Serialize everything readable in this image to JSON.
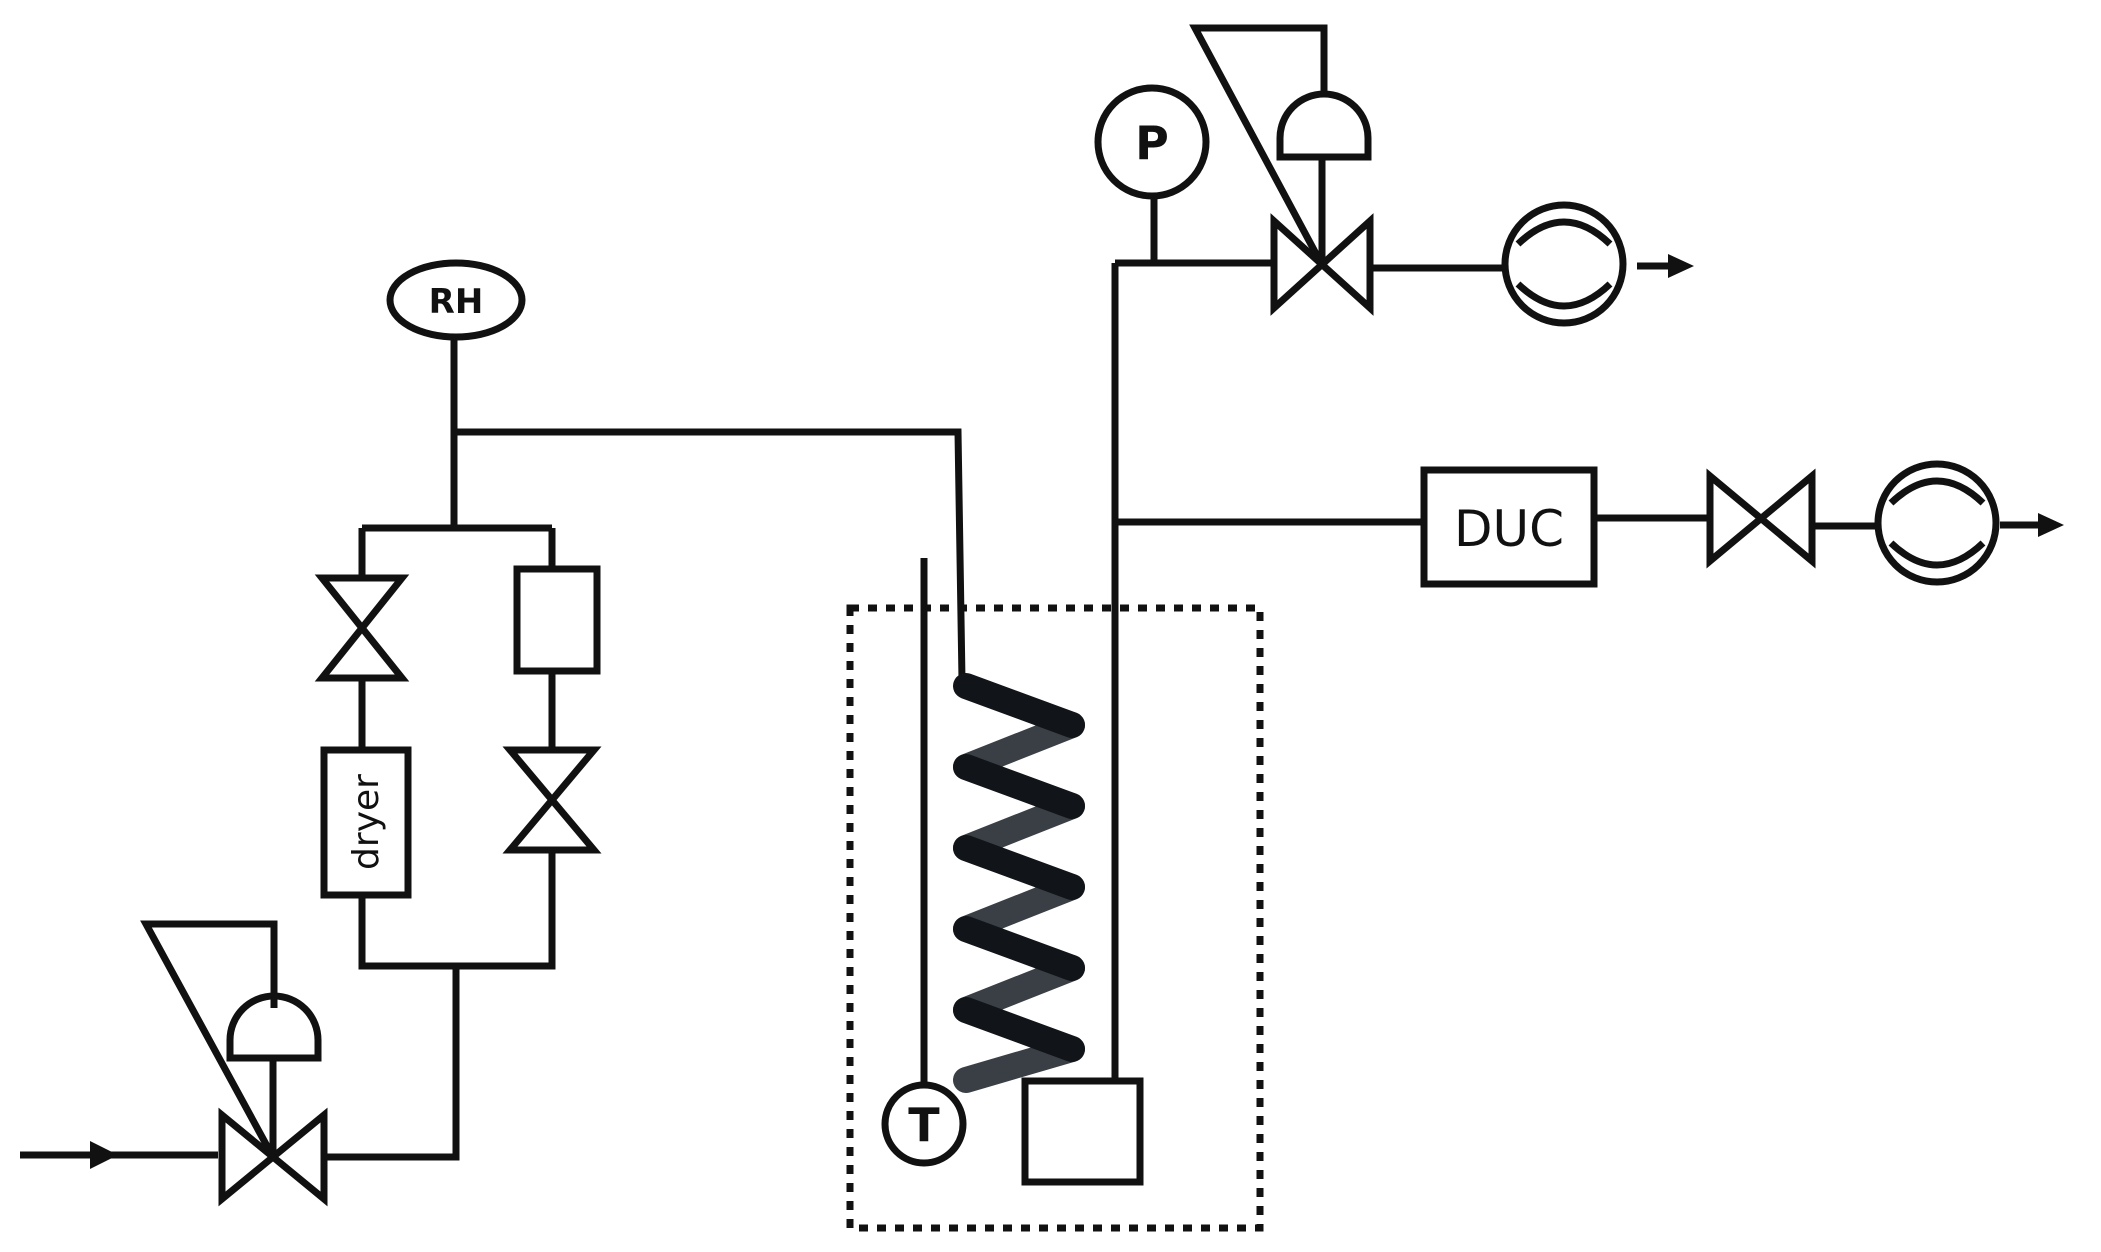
{
  "diagram": {
    "labels": {
      "rh": "RH",
      "pressure": "P",
      "temperature": "T",
      "dryer": "dryer",
      "duc": "DUC"
    },
    "colors": {
      "line": "#111111",
      "water": "#3f6fd0",
      "coil_front": "#111418",
      "coil_back": "#3a3f46",
      "enclosure": "#111111"
    },
    "icons": [
      "inlet-arrow-icon",
      "pressure-regulator-icon",
      "valve-icon",
      "humidifier-bottle-icon",
      "mass-flow-meter-icon",
      "outlet-arrow-icon"
    ]
  }
}
